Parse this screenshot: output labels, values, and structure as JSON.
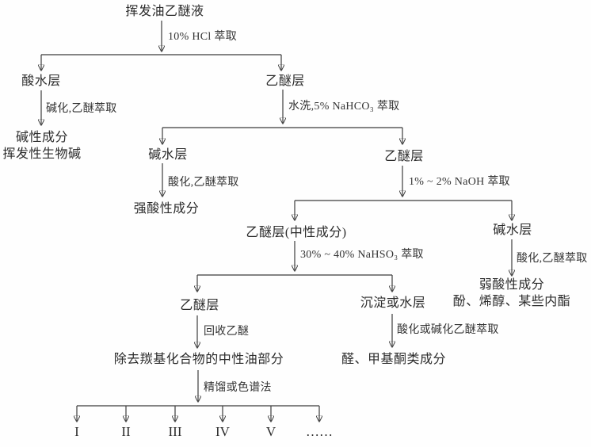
{
  "flowchart": {
    "root": "挥发油乙醚液",
    "nodes": {
      "acid_water_layer": "酸水层",
      "basic_components": "碱性成分",
      "volatile_alkaloids": "挥发性生物碱",
      "ether_layer_1": "乙醚层",
      "alkaline_water_layer_1": "碱水层",
      "strong_acid_components": "强酸性成分",
      "ether_layer_2": "乙醚层",
      "ether_layer_neutral": "乙醚层(中性成分)",
      "alkaline_water_layer_2": "碱水层",
      "weak_acid_components": "弱酸性成分",
      "phenols_enols_lactones": "酚、烯醇、某些内酯",
      "ether_layer_3": "乙醚层",
      "precipitate_or_water_layer": "沉淀或水层",
      "neutral_oil_part": "除去羰基化合物的中性油部分",
      "aldehyde_methyl_ketones": "醛、甲基酮类成分"
    },
    "edge_labels": {
      "hcl_extraction": "10% HCl 萃取",
      "basify_ether_extraction": "碱化,乙醚萃取",
      "wash_nahco3_extraction": "水洗,5% NaHCO₃ 萃取",
      "acidify_ether_extraction_1": "酸化,乙醚萃取",
      "naoh_extraction": "1% ~ 2% NaOH 萃取",
      "nahso3_extraction": "30% ~ 40% NaHSO₃ 萃取",
      "acidify_ether_extraction_2": "酸化,乙醚萃取",
      "recover_ether": "回收乙醚",
      "acidify_or_basify_ether_extraction": "酸化或碱化乙醚萃取",
      "distillation_or_chromatography": "精馏或色谱法"
    },
    "fractions": [
      "I",
      "II",
      "III",
      "IV",
      "V",
      "……"
    ]
  },
  "colors": {
    "background": "#fefefe",
    "line": "#3c3c3c",
    "text": "#2b2b2b"
  }
}
